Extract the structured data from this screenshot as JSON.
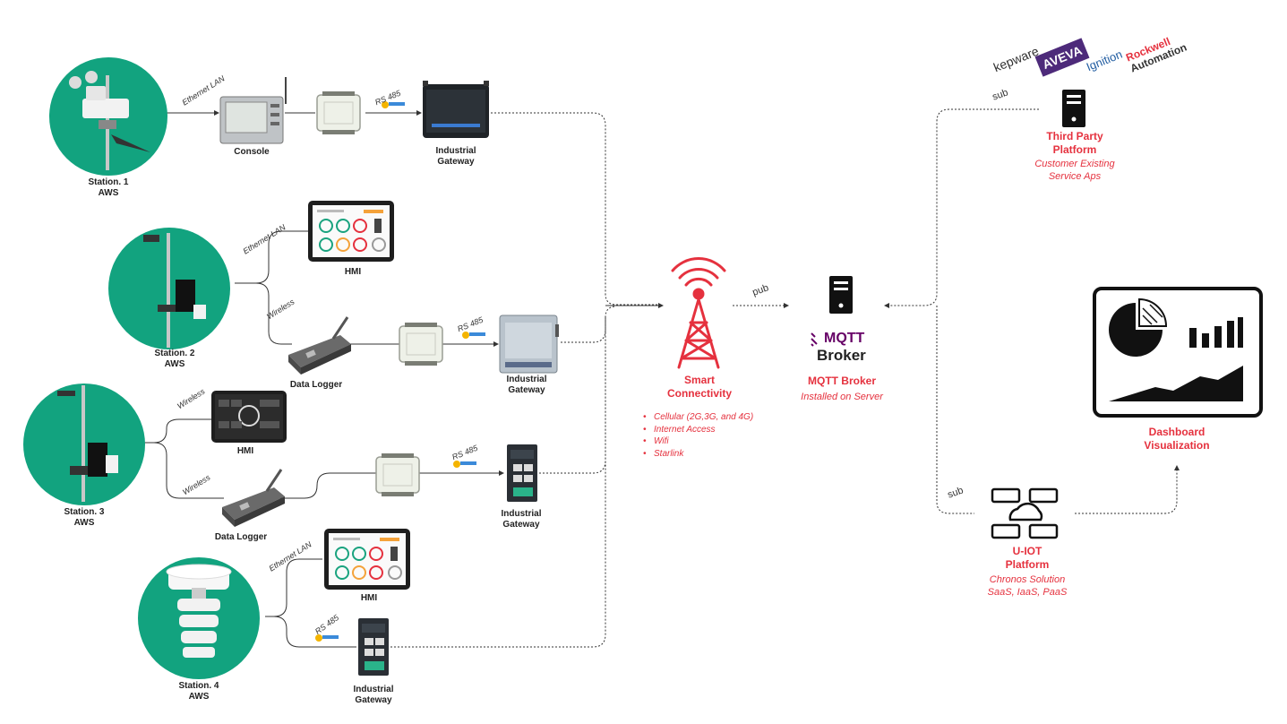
{
  "stations": [
    {
      "name": "Station. 1",
      "type": "AWS"
    },
    {
      "name": "Station. 2",
      "type": "AWS"
    },
    {
      "name": "Station. 3",
      "type": "AWS"
    },
    {
      "name": "Station. 4",
      "type": "AWS"
    }
  ],
  "devices": {
    "console": "Console",
    "hmi": "HMI",
    "data_logger": "Data Logger",
    "gateway_line1": "Industrial",
    "gateway_line2": "Gateway"
  },
  "links": {
    "ethernet": "Ethernet LAN",
    "wireless": "Wireless",
    "rs485": "RS 485",
    "pub": "pub",
    "sub": "sub"
  },
  "connectivity": {
    "title_line1": "Smart",
    "title_line2": "Connectivity",
    "items": [
      "Cellular (2G,3G, and 4G)",
      "Internet Access",
      "Wifi",
      "Starlink"
    ]
  },
  "broker": {
    "logo_text": "MQTT",
    "logo_sub": "Broker",
    "title": "MQTT Broker",
    "subtitle": "Installed on Server"
  },
  "third_party": {
    "title_line1": "Third Party",
    "title_line2": "Platform",
    "sub_line1": "Customer Existing",
    "sub_line2": "Service Aps",
    "logos": [
      "kepware",
      "AVEVA",
      "Ignition",
      "Rockwell",
      "Automation"
    ]
  },
  "dashboard": {
    "title_line1": "Dashboard",
    "title_line2": "Visualization"
  },
  "uiot": {
    "title_line1": "U-IOT",
    "title_line2": "Platform",
    "sub_line1": "Chronos Solution",
    "sub_line2": "SaaS, IaaS, PaaS"
  },
  "colors": {
    "station_green": "#12a37f",
    "accent_red": "#e5313e",
    "mqtt_purple": "#660066",
    "device_dark": "#2b2b2b"
  }
}
